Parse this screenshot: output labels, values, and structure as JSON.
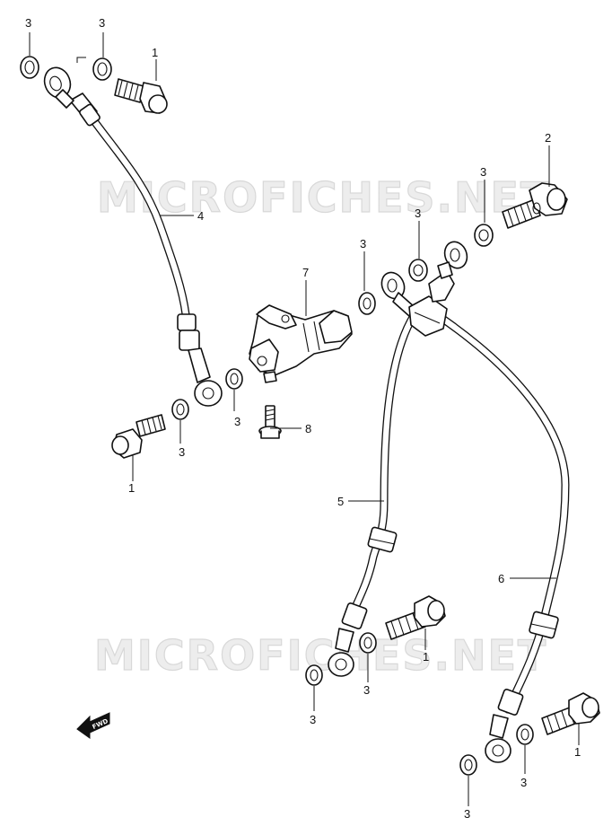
{
  "watermark": "MICROFICHES.NET",
  "fwd_label": "FWD",
  "callouts": [
    {
      "id": "c3a",
      "label": "3"
    },
    {
      "id": "c3b",
      "label": "3"
    },
    {
      "id": "c1a",
      "label": "1"
    },
    {
      "id": "c4",
      "label": "4"
    },
    {
      "id": "c2",
      "label": "2"
    },
    {
      "id": "c3c",
      "label": "3"
    },
    {
      "id": "c3d",
      "label": "3"
    },
    {
      "id": "c3e",
      "label": "3"
    },
    {
      "id": "c7",
      "label": "7"
    },
    {
      "id": "c3f",
      "label": "3"
    },
    {
      "id": "c3g",
      "label": "3"
    },
    {
      "id": "c8",
      "label": "8"
    },
    {
      "id": "c1b",
      "label": "1"
    },
    {
      "id": "c5",
      "label": "5"
    },
    {
      "id": "c6",
      "label": "6"
    },
    {
      "id": "c1c",
      "label": "1"
    },
    {
      "id": "c3h",
      "label": "3"
    },
    {
      "id": "c3i",
      "label": "3"
    },
    {
      "id": "c1d",
      "label": "1"
    },
    {
      "id": "c3j",
      "label": "3"
    },
    {
      "id": "c3k",
      "label": "3"
    }
  ]
}
